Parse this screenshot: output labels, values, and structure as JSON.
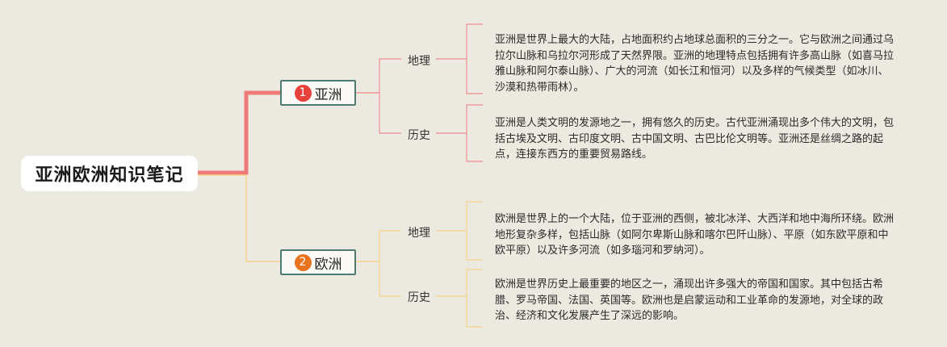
{
  "root": {
    "label": "亚洲欧洲知识笔记"
  },
  "branches": [
    {
      "index": "1",
      "label": "亚洲",
      "color": "#e8413b",
      "edge_color": "#ef7a7a",
      "children": [
        {
          "label": "地理",
          "text": "亚洲是世界上最大的大陆，占地面积约占地球总面积的三分之一。它与欧洲之间通过乌拉尔山脉和乌拉尔河形成了天然界限。亚洲的地理特点包括拥有许多高山脉（如喜马拉雅山脉和阿尔泰山脉）、广大的河流（如长江和恒河）以及多样的气候类型（如冰川、沙漠和热带雨林）。"
        },
        {
          "label": "历史",
          "text": "亚洲是人类文明的发源地之一，拥有悠久的历史。古代亚洲涌现出多个伟大的文明，包括古埃及文明、古印度文明、古中国文明、古巴比伦文明等。亚洲还是丝绸之路的起点，连接东西方的重要贸易路线。"
        }
      ]
    },
    {
      "index": "2",
      "label": "欧洲",
      "color": "#e8731f",
      "edge_color": "#f5d38a",
      "children": [
        {
          "label": "地理",
          "text": "欧洲是世界上的一个大陆，位于亚洲的西侧，被北冰洋、大西洋和地中海所环绕。欧洲地形复杂多样，包括山脉（如阿尔卑斯山脉和喀尔巴阡山脉）、平原（如东欧平原和中欧平原）以及许多河流（如多瑙河和罗纳河）。"
        },
        {
          "label": "历史",
          "text": "欧洲是世界历史上最重要的地区之一，涌现出许多强大的帝国和国家。其中包括古希腊、罗马帝国、法国、英国等。欧洲也是启蒙运动和工业革命的发源地，对全球的政治、经济和文化发展产生了深远的影响。"
        }
      ]
    }
  ]
}
